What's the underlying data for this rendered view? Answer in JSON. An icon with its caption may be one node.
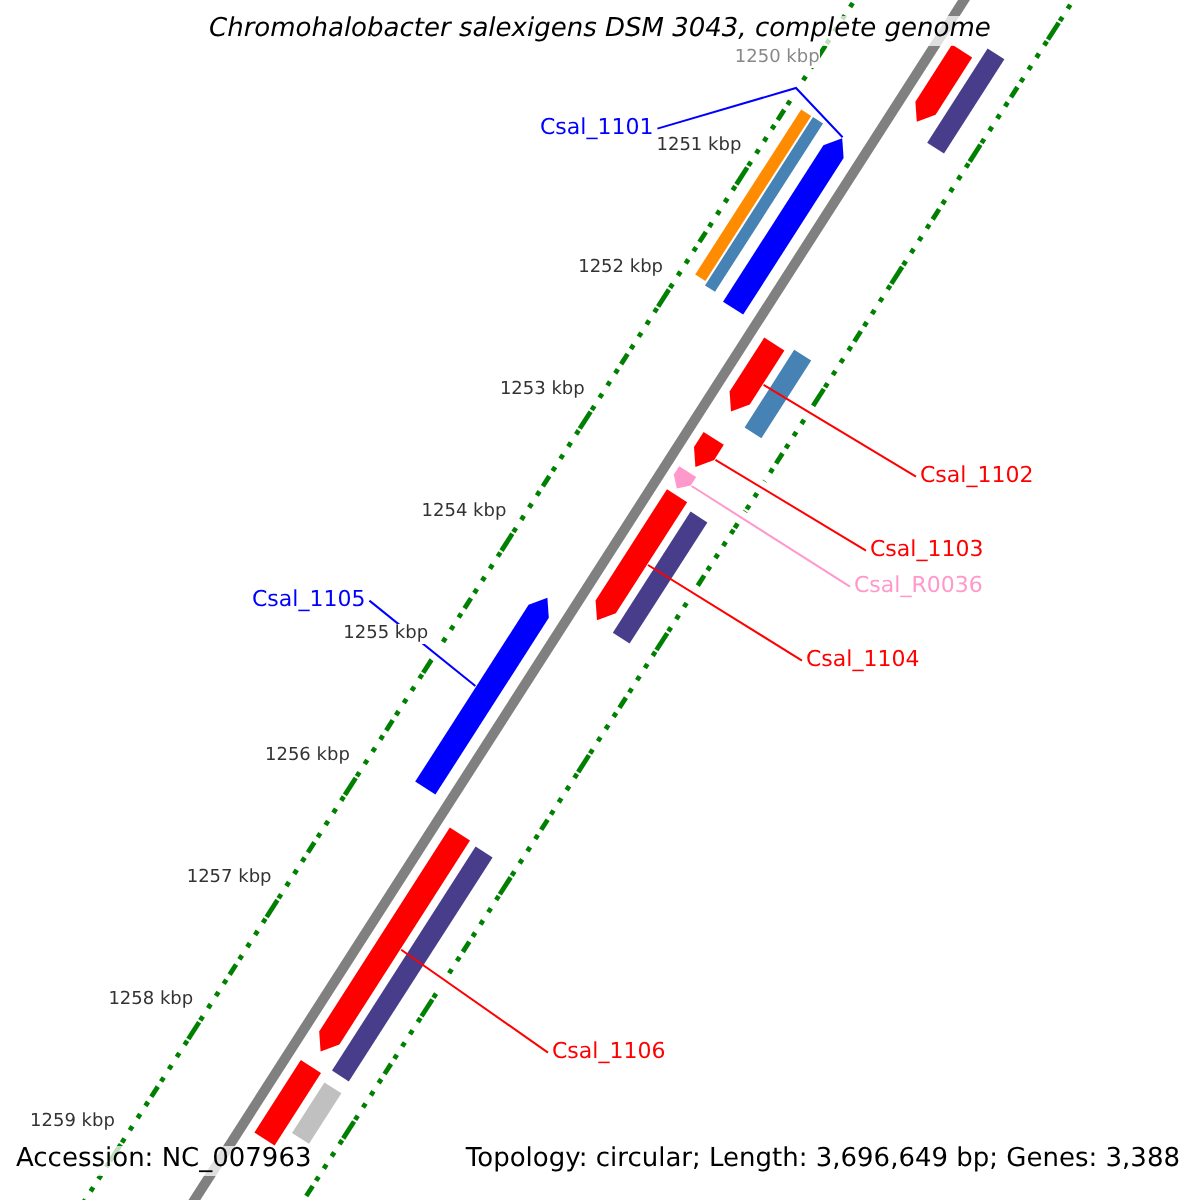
{
  "diagram": {
    "title": "Chromohalobacter salexigens DSM 3043, complete genome",
    "nodes": [
      {
        "text": [
          "Csal_1101"
        ]
      },
      {
        "text": [],
        "shape": "arrow"
      },
      {
        "text": [
          "Csal_1102"
        ]
      },
      {
        "text": [],
        "shape": "arrow"
      },
      {
        "text": [
          "Csal_1103"
        ]
      },
      {
        "text": [],
        "shape": "arrow"
      },
      {
        "text": [
          "Csal_R0036"
        ]
      },
      {
        "text": [],
        "shape": "arrow"
      },
      {
        "text": [
          "Csal_1104"
        ]
      },
      {
        "text": [],
        "shape": "arrow"
      },
      {
        "text": [
          "Csal_1105"
        ]
      },
      {
        "text": [],
        "shape": "arrow"
      },
      {
        "text": [
          "Csal_1106"
        ]
      },
      {
        "text": [],
        "shape": "arrow"
      },
      {
        "text": [],
        "shape": "arrow"
      },
      {
        "text": [],
        "shape": "bar"
      },
      {
        "text": [],
        "shape": "bar"
      },
      {
        "text": [],
        "shape": "bar"
      },
      {
        "text": [],
        "shape": "bar"
      },
      {
        "text": [],
        "shape": "bar"
      },
      {
        "text": [],
        "shape": "bar"
      },
      {
        "text": [],
        "shape": "bar"
      },
      {
        "text": [],
        "shape": "bar"
      }
    ],
    "edges": [
      {
        "from": 0,
        "to": 1,
        "arrow": "none",
        "color": "#0000ff"
      },
      {
        "from": 2,
        "to": 3,
        "arrow": "none"
      },
      {
        "from": 4,
        "to": 5,
        "arrow": "none"
      },
      {
        "from": 6,
        "to": 7,
        "arrow": "none",
        "color": "#ff99cc"
      },
      {
        "from": 8,
        "to": 9,
        "arrow": "none"
      },
      {
        "from": 10,
        "to": 11,
        "arrow": "none",
        "color": "#0000ff"
      },
      {
        "from": 12,
        "to": 13,
        "arrow": "none"
      }
    ],
    "labels": [
      "1250 kbp",
      "1251 kbp",
      "1252 kbp",
      "1253 kbp",
      "1254 kbp",
      "1255 kbp",
      "1256 kbp",
      "1257 kbp",
      "1258 kbp",
      "1259 kbp",
      "Accession: NC_007963",
      "Topology: circular; Length: 3,696,649 bp; Genes: 3,388"
    ]
  }
}
